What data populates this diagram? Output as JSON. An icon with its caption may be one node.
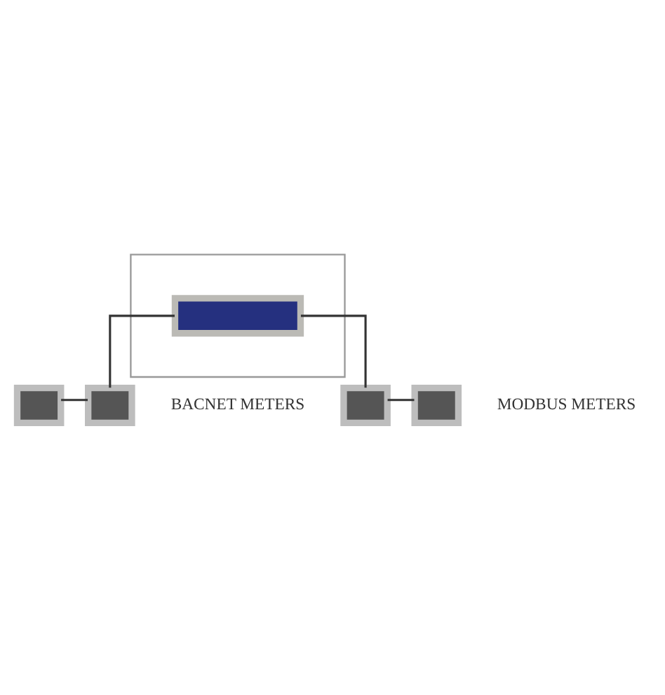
{
  "diagram": {
    "nodes": [
      {
        "text": [],
        "shape": "box"
      },
      {
        "text": [],
        "shape": "box",
        "in": 0
      },
      {
        "text": [],
        "shape": "box"
      },
      {
        "text": [],
        "shape": "box"
      },
      {
        "text": [],
        "shape": "box"
      },
      {
        "text": [],
        "shape": "box"
      }
    ],
    "edges": [
      {
        "from": 2,
        "to": 3,
        "arrow": "none"
      },
      {
        "from": 1,
        "to": 3,
        "arrow": "none"
      },
      {
        "from": 1,
        "to": 4,
        "arrow": "none"
      },
      {
        "from": 4,
        "to": 5,
        "arrow": "none"
      }
    ],
    "labels": [
      "BACNET METERS",
      "MODBUS METERS"
    ]
  }
}
